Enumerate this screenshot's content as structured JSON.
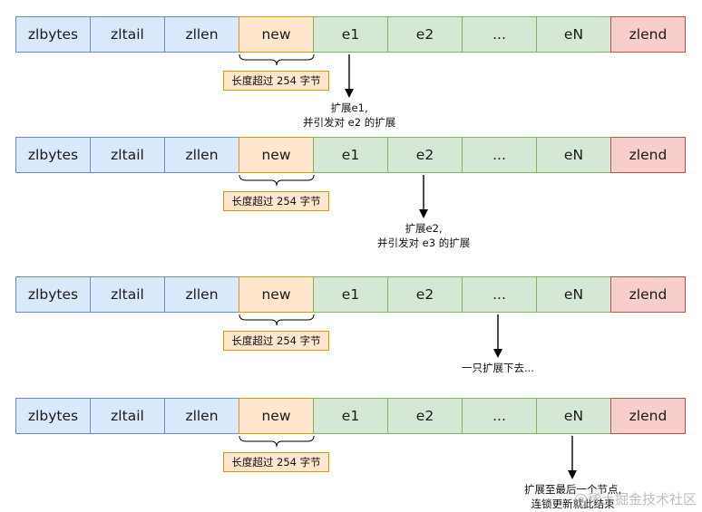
{
  "cells": [
    {
      "label": "zlbytes",
      "type": "blue"
    },
    {
      "label": "zltail",
      "type": "blue"
    },
    {
      "label": "zllen",
      "type": "blue"
    },
    {
      "label": "new",
      "type": "orange"
    },
    {
      "label": "e1",
      "type": "green"
    },
    {
      "label": "e2",
      "type": "green"
    },
    {
      "label": "...",
      "type": "green"
    },
    {
      "label": "eN",
      "type": "green"
    },
    {
      "label": "zlend",
      "type": "red"
    }
  ],
  "colors": {
    "blue_fill": "#dae8fc",
    "blue_stroke": "#6c8ebf",
    "orange_fill": "#ffe6cc",
    "orange_stroke": "#d79b00",
    "green_fill": "#d5e8d4",
    "green_stroke": "#82b366",
    "red_fill": "#f8cecc",
    "red_stroke": "#b85450"
  },
  "rows": [
    {
      "length_label": "长度超过 254 字节",
      "note_lines": [
        "扩展e1,",
        "并引发对 e2 的扩展"
      ],
      "target_index": 4
    },
    {
      "length_label": "长度超过 254 字节",
      "note_lines": [
        "扩展e2,",
        "并引发对 e3 的扩展"
      ],
      "target_index": 5
    },
    {
      "length_label": "长度超过 254 字节",
      "note_lines": [
        "一只扩展下去..."
      ],
      "target_index": 6
    },
    {
      "length_label": "长度超过 254 字节",
      "note_lines": [
        "扩展至最后一个节点,",
        "连锁更新就此结束"
      ],
      "target_index": 7
    }
  ],
  "watermark": "@稀土掘金技术社区"
}
